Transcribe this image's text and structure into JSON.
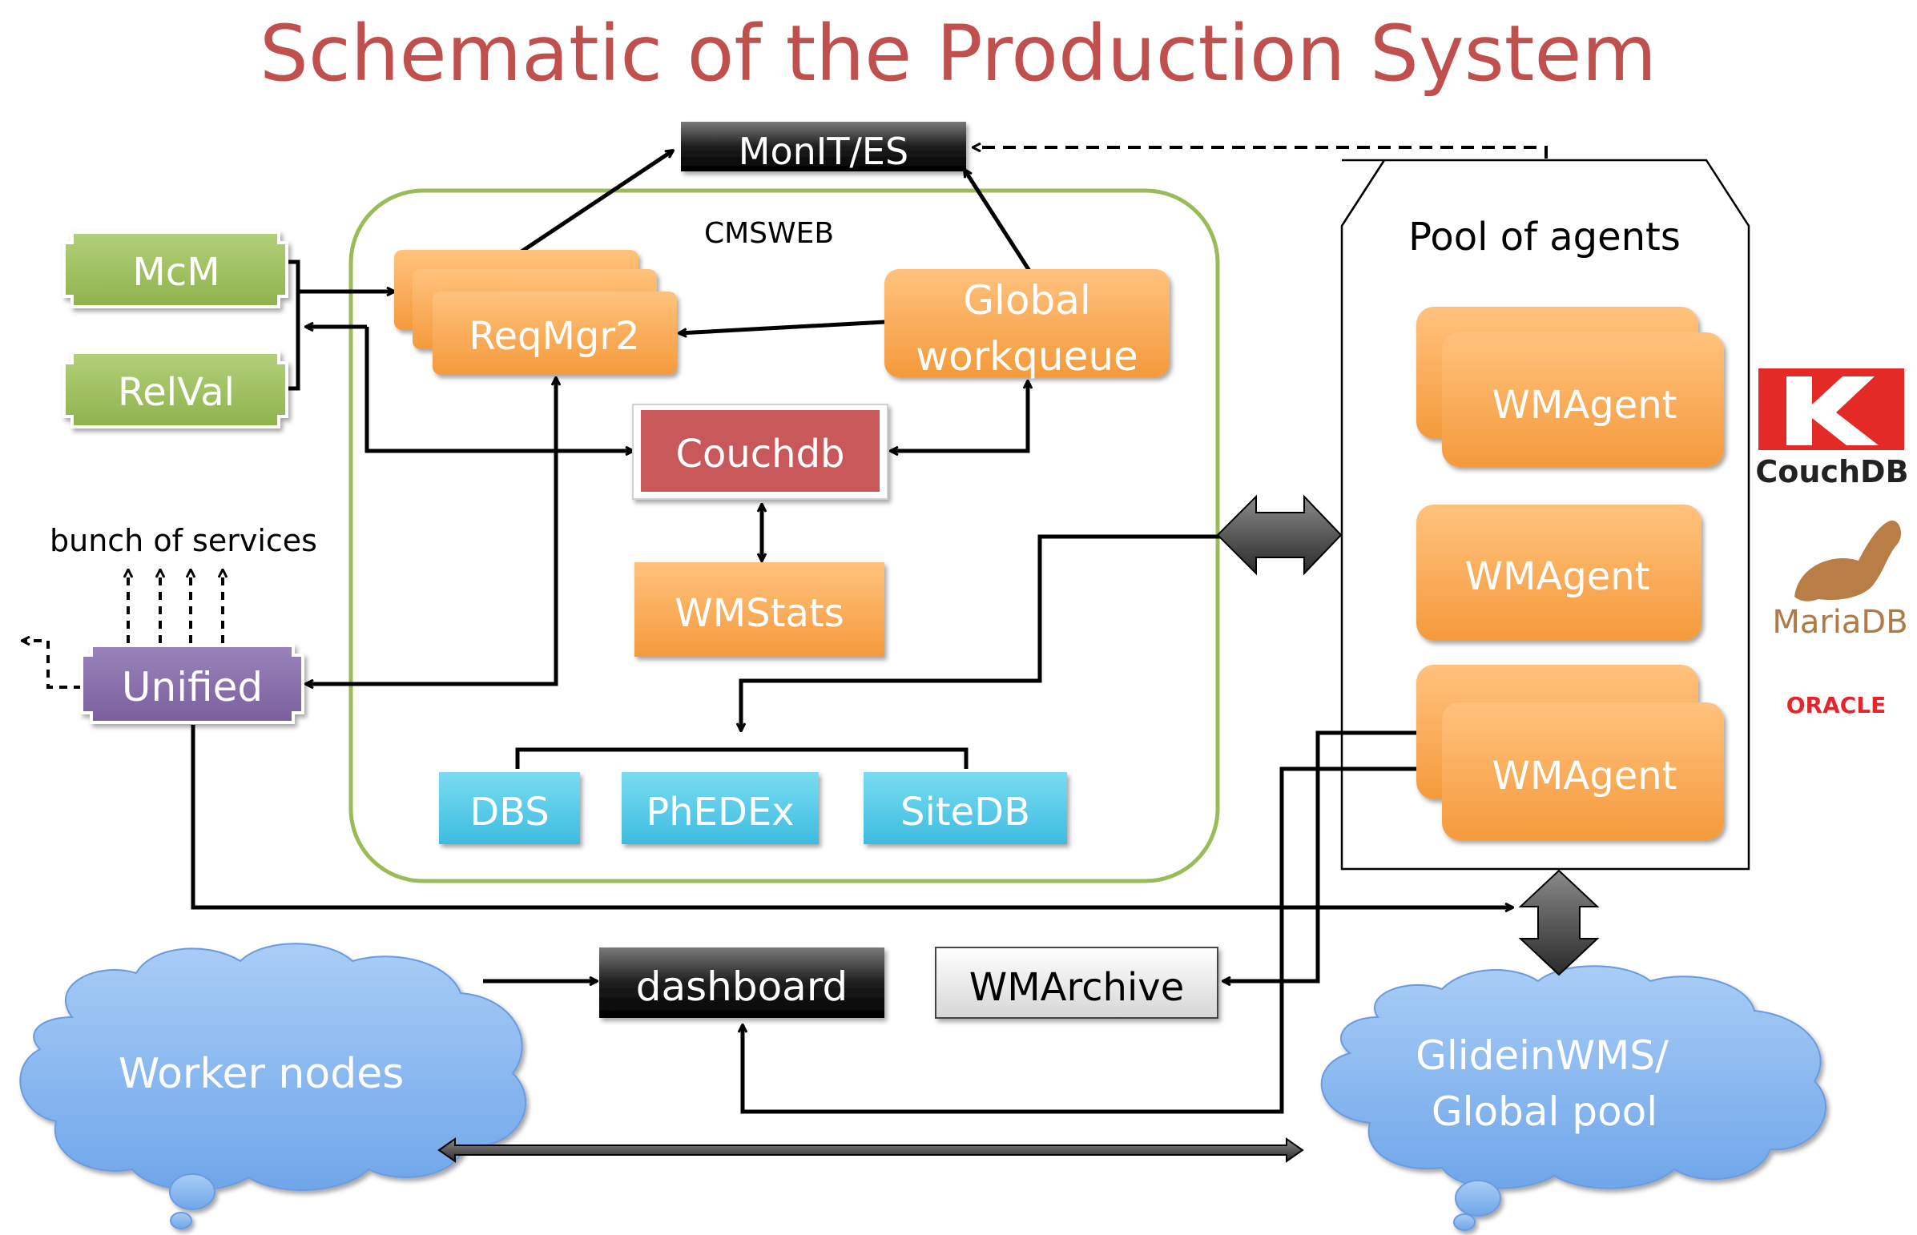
{
  "title": "Schematic of the Production System",
  "cmsweb_label": "CMSWEB",
  "pool_label": "Pool of agents",
  "nodes": {
    "monit": "MonIT/ES",
    "mcm": "McM",
    "relval": "RelVal",
    "reqmgr2": "ReqMgr2",
    "global_workqueue_line1": "Global",
    "global_workqueue_line2": "workqueue",
    "couchdb": "Couchdb",
    "wmstats": "WMStats",
    "dbs": "DBS",
    "phedex": "PhEDEx",
    "sitedb": "SiteDB",
    "bunch_of_services": "bunch of services",
    "unified": "Unified",
    "wmagent_1": "WMAgent",
    "wmagent_2": "WMAgent",
    "wmagent_3": "WMAgent",
    "dashboard": "dashboard",
    "wmarchive": "WMArchive",
    "worker_nodes": "Worker nodes",
    "glidein_line1": "GlideinWMS/",
    "glidein_line2": "Global pool"
  },
  "logos": {
    "couchdb": "CouchDB",
    "mariadb": "MariaDB",
    "oracle": "ORACLE"
  },
  "colors": {
    "title": "#c0504d",
    "orange": "#f9a04a",
    "green": "#9bbb59",
    "cyan": "#4bc7e6",
    "couch_red": "#c9585a",
    "purple": "#8064a2",
    "cloud_blue": "#8fbcf1",
    "cmsweb_border": "#9bbb59"
  }
}
